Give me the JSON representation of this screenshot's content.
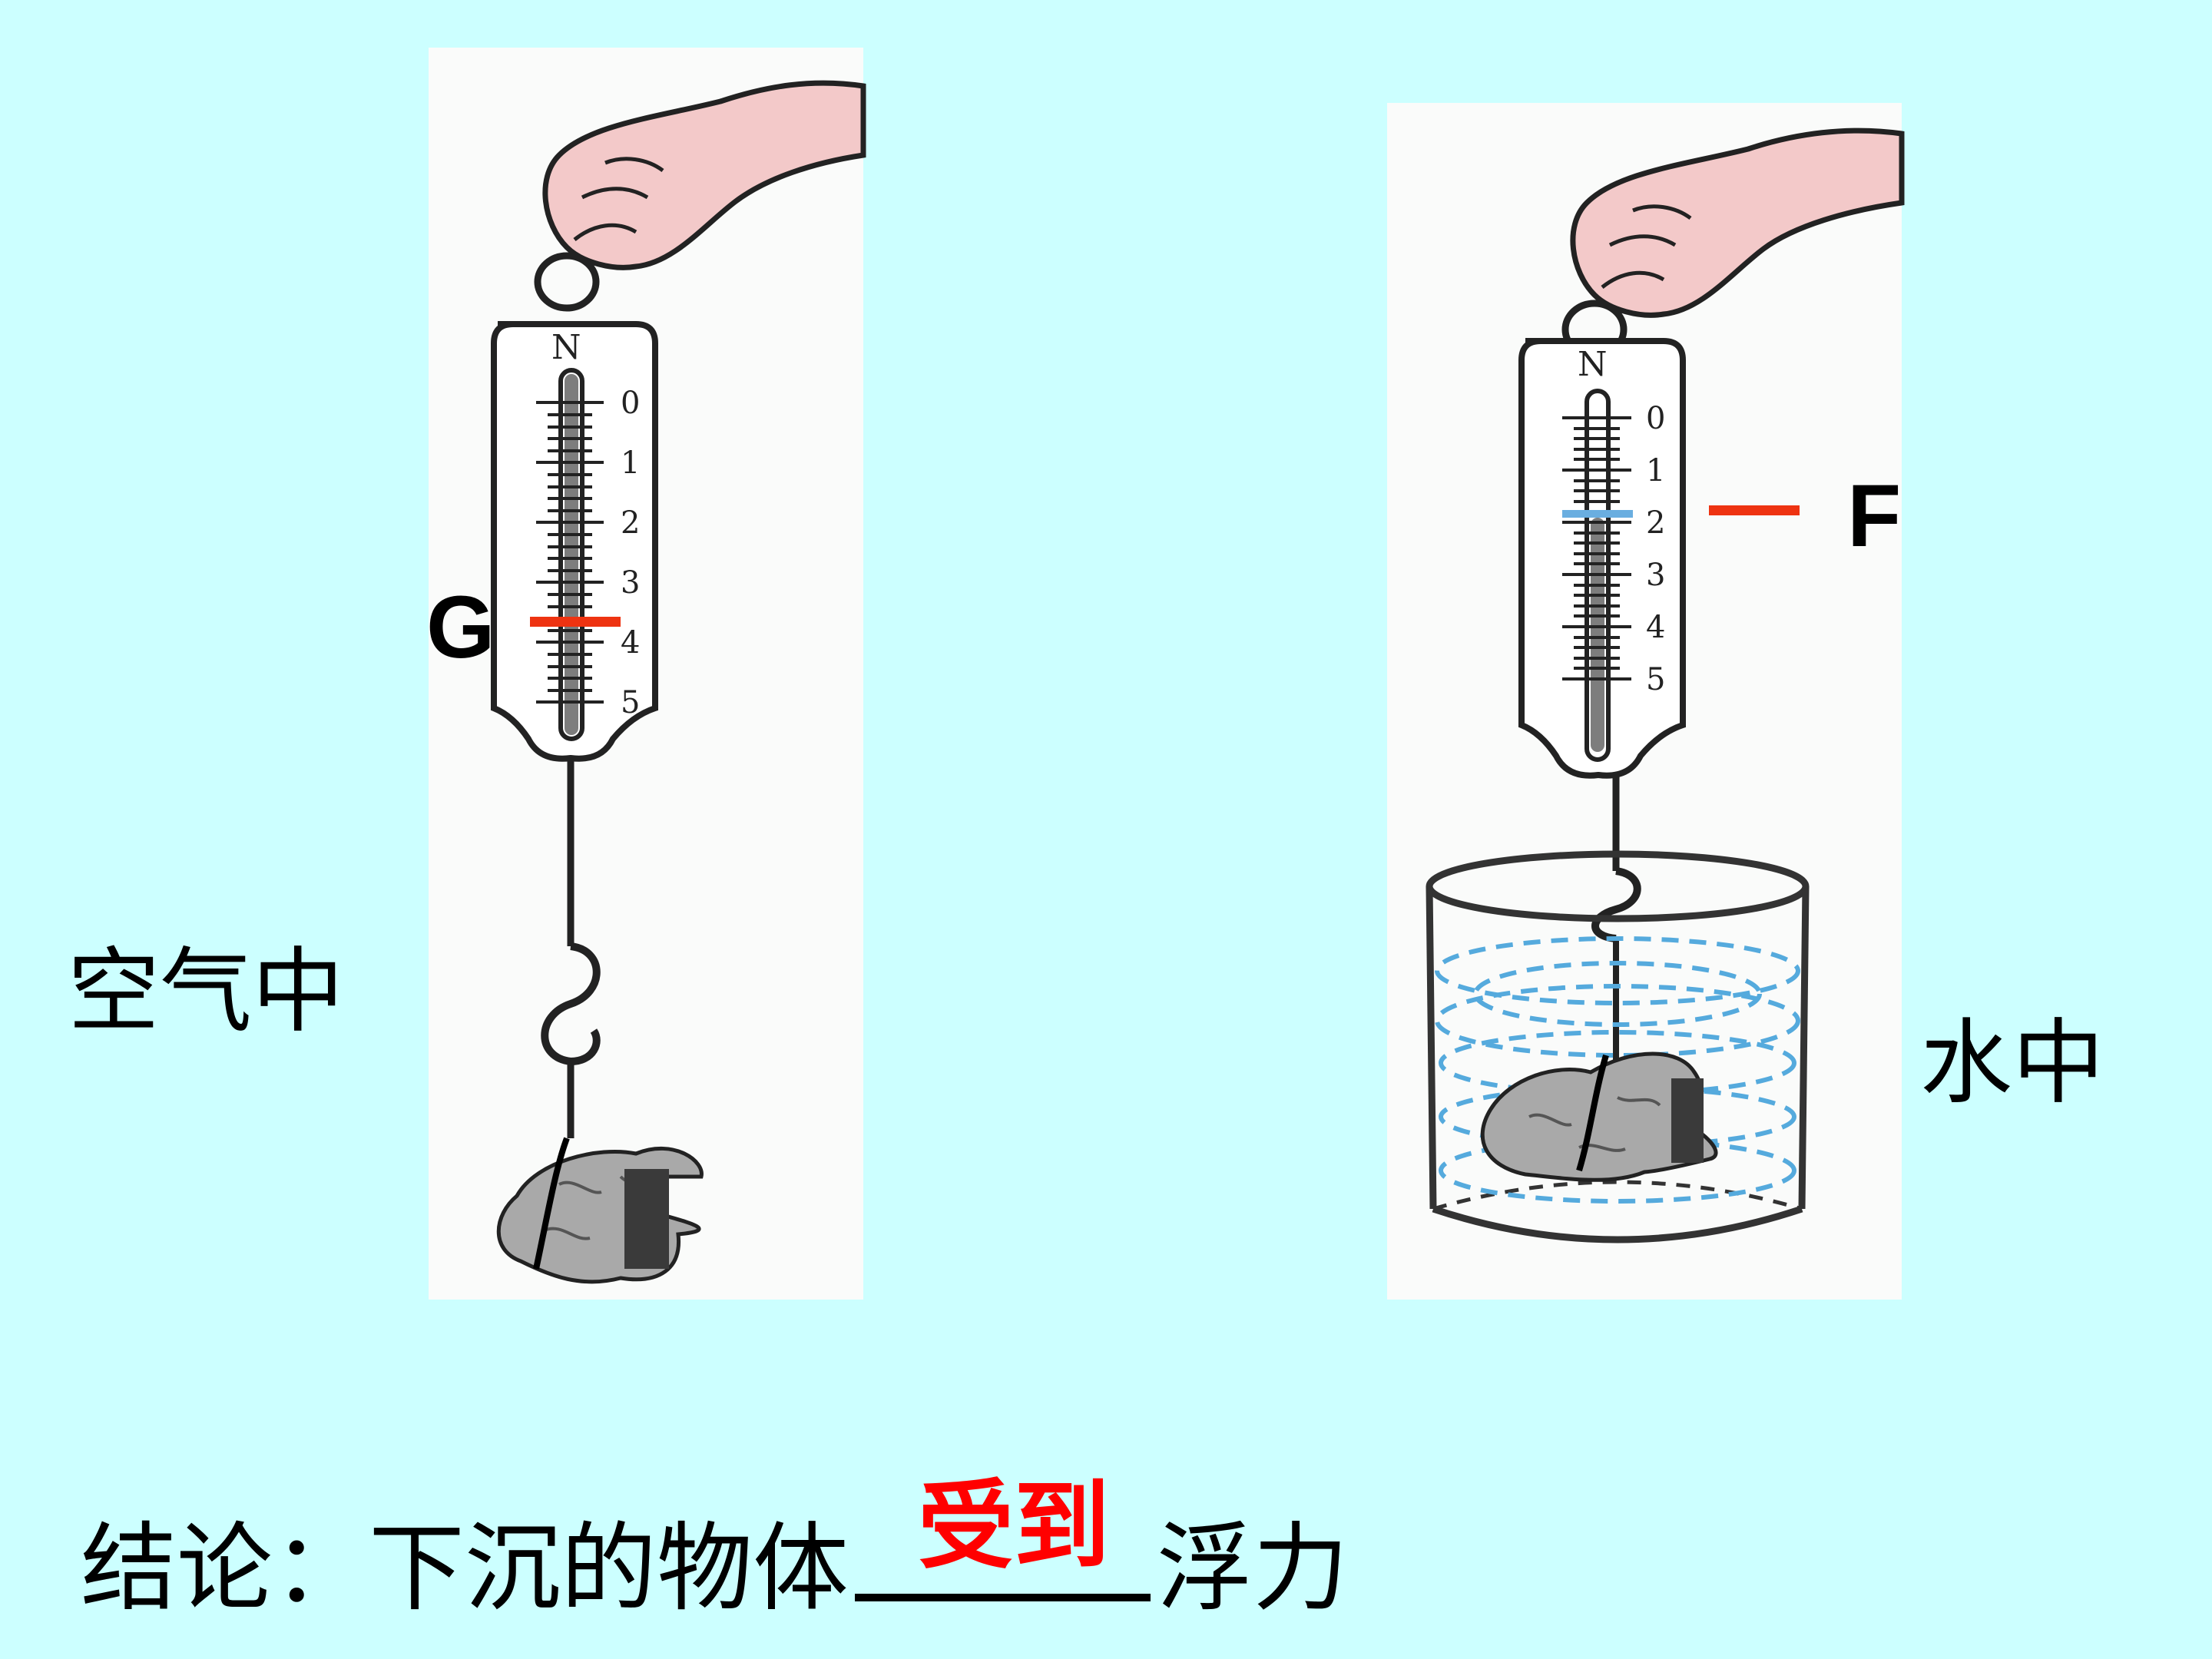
{
  "diagram": {
    "scale_label": "N",
    "scale_ticks": [
      "0",
      "1",
      "2",
      "3",
      "4",
      "5"
    ]
  },
  "left_panel": {
    "caption": "空气中",
    "marker_label": "G",
    "marker_color": "#ee3311"
  },
  "right_panel": {
    "caption": "水中",
    "marker_label": "F",
    "marker_color": "#ee3311",
    "water_color": "#55aadd"
  },
  "conclusion": {
    "prefix": "结论：下沉的物体",
    "answer": "受到",
    "suffix": "浮力",
    "answer_color": "#ff0000"
  },
  "colors": {
    "background": "#ccffff",
    "hand": "#f3c9c9",
    "rock": "#a9a9a9"
  }
}
